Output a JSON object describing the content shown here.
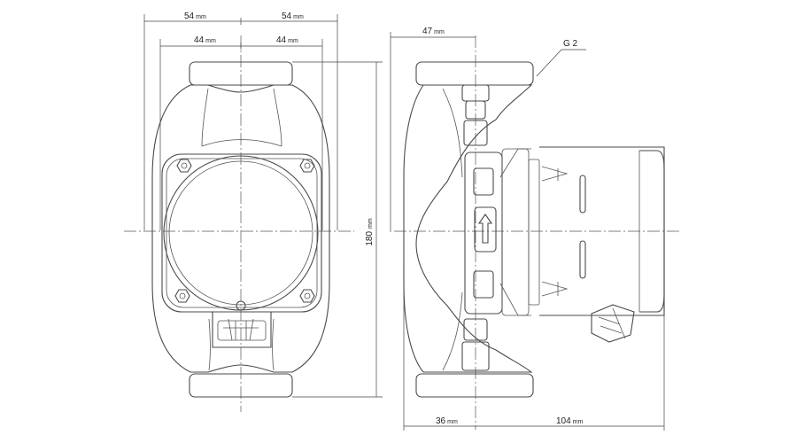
{
  "unit": "mm",
  "front_view": {
    "top_left_width": "54",
    "top_right_width": "54",
    "inner_left_width": "44",
    "inner_right_width": "44",
    "height": "180"
  },
  "side_view": {
    "top_width": "47",
    "thread_label": "G 2",
    "bottom_left_width": "36",
    "bottom_right_width": "104"
  }
}
